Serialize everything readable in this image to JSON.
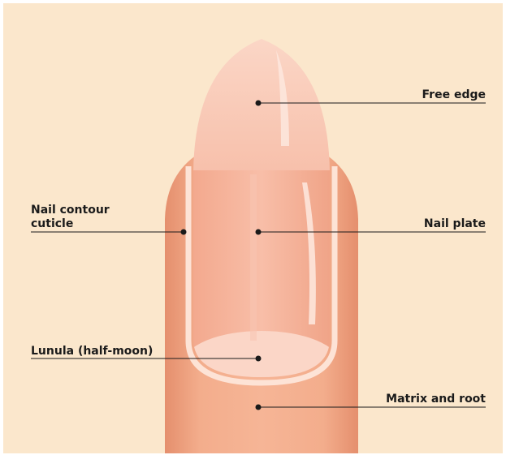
{
  "labels": {
    "free_edge": "Free edge",
    "nail_contour_line1": "Nail contour",
    "nail_contour_line2": "cuticle",
    "nail_plate": "Nail plate",
    "lunula": "Lunula (half-moon)",
    "matrix_root": "Matrix and root"
  },
  "colors": {
    "background": "#fbe7cc",
    "skin": "#f2a582",
    "nail": "#f7b9a3",
    "lunula": "#fbd8ca",
    "leader_line": "#1a1a1a"
  }
}
